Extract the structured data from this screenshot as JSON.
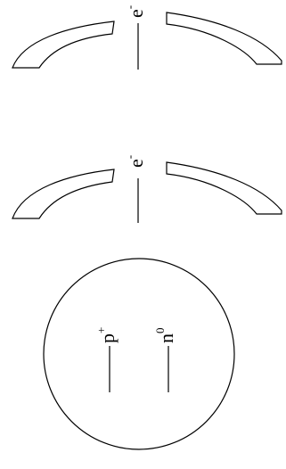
{
  "diagram": {
    "outer_electron": {
      "symbol": "e",
      "charge": "-"
    },
    "inner_electron": {
      "symbol": "e",
      "charge": "-"
    },
    "nucleus": {
      "proton": {
        "symbol": "p",
        "charge": "+"
      },
      "neutron": {
        "symbol": "n",
        "charge": "0"
      }
    }
  }
}
